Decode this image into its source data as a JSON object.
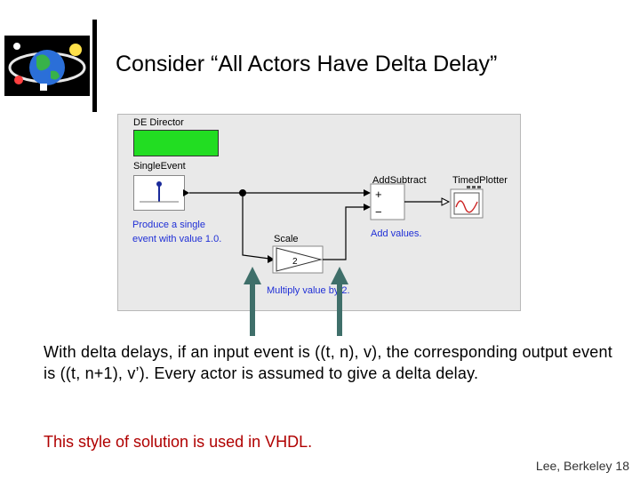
{
  "slide": {
    "title": "Consider “All Actors Have Delta Delay”",
    "body": "With delta delays, if an input event is ((t, n), v), the corresponding output event is ((t, n+1), v’). Every actor is assumed to give a delta delay.",
    "note": "This style of solution is used in VHDL.",
    "footer": "Lee, Berkeley 18"
  },
  "diagram": {
    "director_label": "DE Director",
    "single_event_label": "SingleEvent",
    "single_event_desc_line1": "Produce a single",
    "single_event_desc_line2": "event with value 1.0.",
    "scale_label": "Scale",
    "scale_factor": "2",
    "scale_desc": "Multiply value by 2.",
    "addsubtract_label": "AddSubtract",
    "addsubtract_desc": "Add values.",
    "plus_sign": "+",
    "minus_sign": "−",
    "plotter_label": "TimedPlotter"
  },
  "colors": {
    "director_green": "#22dd22",
    "annotation_blue": "#1f2fd6",
    "note_red": "#b00000",
    "arrow_teal": "#3f6f6a"
  }
}
